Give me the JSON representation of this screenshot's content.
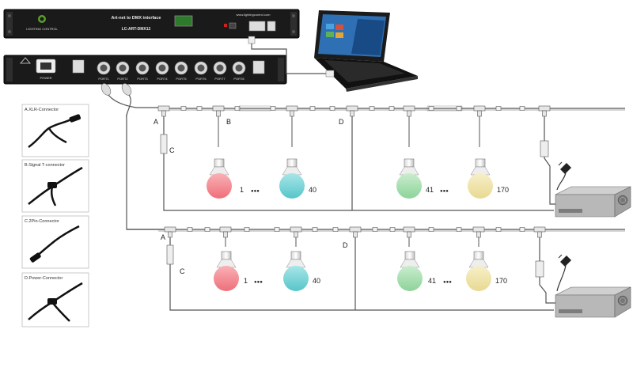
{
  "device_top": {
    "title": "Art-net to DMX interface",
    "model": "LC-ART-DMX12",
    "brand": "LIGHTING CONTROL",
    "url": "www.lightingcontrol.com"
  },
  "device_bottom": {
    "power_label": "POWER",
    "port_labels": [
      "PORT1",
      "PORT2",
      "PORT3",
      "PORT4",
      "PORT5",
      "PORT6",
      "PORT7",
      "PORT8"
    ]
  },
  "letters": {
    "a1": "A",
    "b1": "B",
    "c1": "C",
    "d1": "D",
    "a2": "A",
    "c2": "C",
    "d2": "D"
  },
  "row1": {
    "bulb1": "1",
    "bulb2": "40",
    "bulb3": "41",
    "bulb4": "170"
  },
  "row2": {
    "bulb1": "1",
    "bulb2": "40",
    "bulb3": "41",
    "bulb4": "170"
  },
  "dots": "●●●",
  "legend": {
    "a": "A.XLR-Connector",
    "b": "B.Signal T-connector",
    "c": "C.2Pin-Connector",
    "d": "D.Power-Connector"
  },
  "colors": {
    "red": "#f07b84",
    "cyan": "#6ed0d2",
    "green": "#9fdca8",
    "yellow": "#efe3a6"
  }
}
